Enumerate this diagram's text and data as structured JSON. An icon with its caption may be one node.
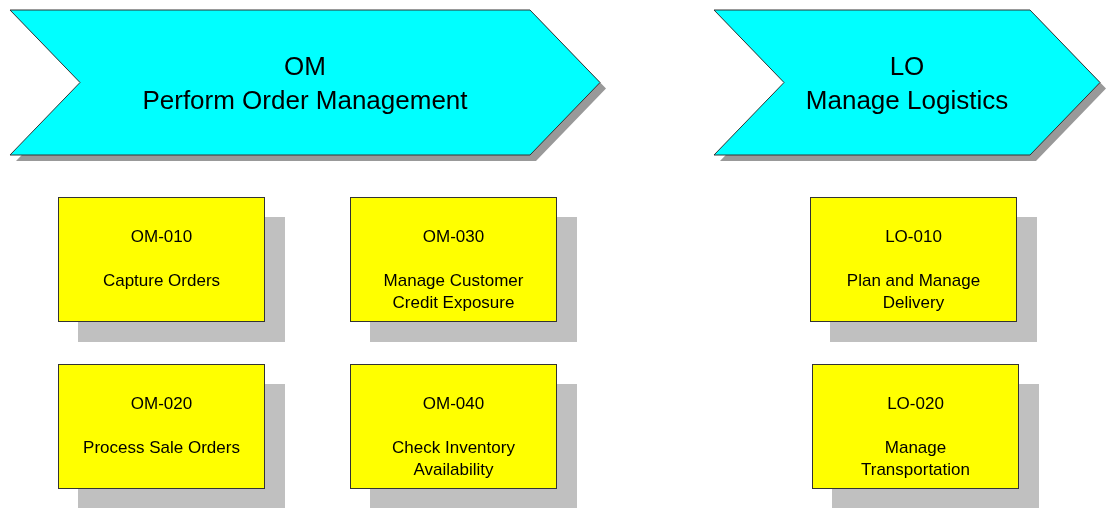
{
  "diagram": {
    "nodes": [
      {
        "text": [
          "OM",
          "Perform Order Management"
        ]
      },
      {
        "text": [
          "LO",
          "Manage Logistics"
        ]
      },
      {
        "text": [
          "OM-010",
          "Capture Orders"
        ]
      },
      {
        "text": [
          "OM-030",
          "Manage Customer Credit Exposure"
        ]
      },
      {
        "text": [
          "LO-010",
          "Plan and Manage Delivery"
        ]
      },
      {
        "text": [
          "OM-020",
          "Process Sale Orders"
        ]
      },
      {
        "text": [
          "OM-040",
          "Check Inventory Availability"
        ]
      },
      {
        "text": [
          "LO-020",
          "Manage Transportation"
        ]
      }
    ],
    "edges": []
  }
}
